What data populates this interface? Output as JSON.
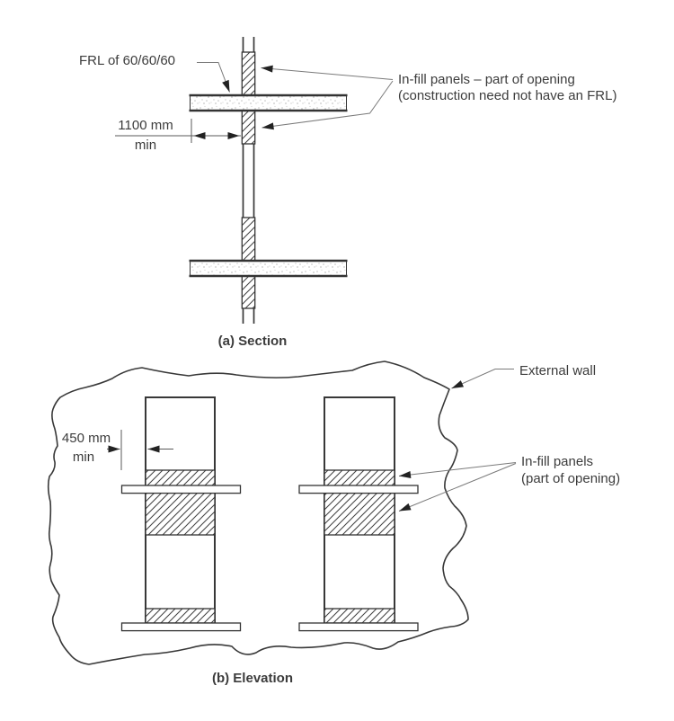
{
  "diagram": {
    "background": "#ffffff",
    "colors": {
      "structure_line": "#383838",
      "leader_line": "#7a7a7a",
      "arrowhead": "#222222",
      "text": "#3c3c3c",
      "stipple_dot": "#c4c4c4"
    },
    "section": {
      "caption": "(a) Section",
      "frl_label": "FRL of 60/60/60",
      "dim_value": "1100 mm",
      "dim_unit": "min",
      "infill_line1": "In-fill panels – part of opening",
      "infill_line2": "(construction need not have an FRL)"
    },
    "elevation": {
      "caption": "(b) Elevation",
      "external_wall_label": "External wall",
      "dim_value": "450 mm",
      "dim_unit": "min",
      "infill_line1": "In-fill panels",
      "infill_line2": "(part of opening)"
    }
  }
}
